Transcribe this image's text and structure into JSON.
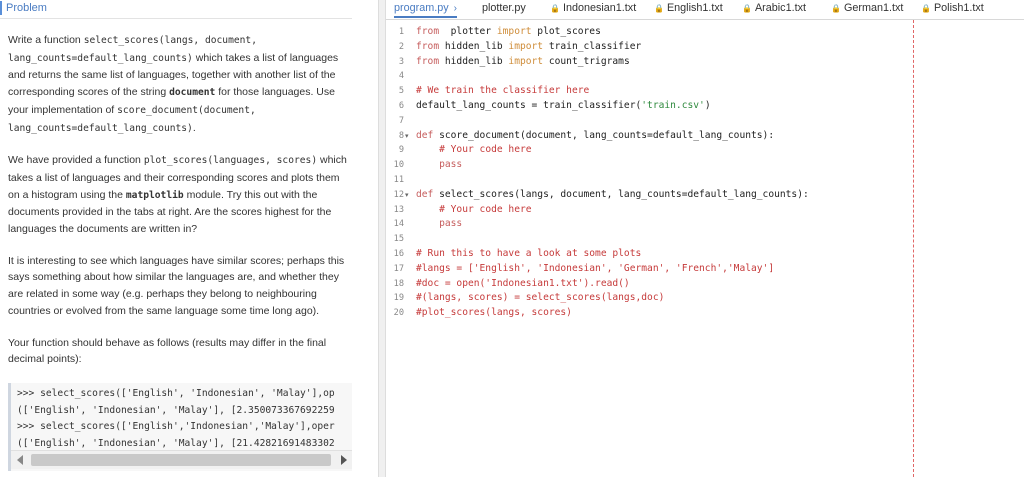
{
  "problem": {
    "tab_label": "Problem",
    "p1": [
      {
        "t": "Write a function "
      },
      {
        "t": "select_scores(langs, document, lang_counts=default_lang_counts)",
        "mono": true
      },
      {
        "t": " which takes a list of languages and returns the same list of languages, together with another list of the corresponding scores of the string "
      },
      {
        "t": "document",
        "mono": true,
        "bold": true
      },
      {
        "t": " for those languages. Use your implementation of "
      },
      {
        "t": "score_document(document, lang_counts=default_lang_counts)",
        "mono": true
      },
      {
        "t": "."
      }
    ],
    "p2": [
      {
        "t": "We have provided a function "
      },
      {
        "t": "plot_scores(languages, scores)",
        "mono": true
      },
      {
        "t": " which takes a list of languages and their corresponding scores and plots them on a histogram using the "
      },
      {
        "t": "matplotlib",
        "mono": true,
        "bold": true
      },
      {
        "t": " module. Try this out with the documents provided in the tabs at right. Are the scores highest for the languages the documents are written in?"
      }
    ],
    "p3": "It is interesting to see which languages have similar scores; perhaps this says something about how similar the languages are, and whether they are related in some way (e.g. perhaps they belong to neighbouring countries or evolved from the same language some time long ago).",
    "p4": "Your function should behave as follows (results may differ in the final decimal points):",
    "example_lines": [
      ">>> select_scores(['English', 'Indonesian', 'Malay'],op",
      "(['English', 'Indonesian', 'Malay'], [2.350073367692259",
      ">>> select_scores(['English','Indonesian','Malay'],oper",
      "(['English', 'Indonesian', 'Malay'], [21.42821691483302"
    ]
  },
  "tabs": [
    {
      "label": "program.py",
      "active": true,
      "lock": false,
      "chevron": "›"
    },
    {
      "label": "plotter.py",
      "active": false,
      "lock": false
    },
    {
      "label": "Indonesian1.txt",
      "active": false,
      "lock": true
    },
    {
      "label": "English1.txt",
      "active": false,
      "lock": true
    },
    {
      "label": "Arabic1.txt",
      "active": false,
      "lock": true
    },
    {
      "label": "German1.txt",
      "active": false,
      "lock": true
    },
    {
      "label": "Polish1.txt",
      "active": false,
      "lock": true
    }
  ],
  "code_lines": [
    {
      "n": "1",
      "tokens": [
        [
          "kw",
          "from"
        ],
        [
          "",
          "  plotter "
        ],
        [
          "kw2",
          "import"
        ],
        [
          "",
          " plot_scores"
        ]
      ]
    },
    {
      "n": "2",
      "tokens": [
        [
          "kw",
          "from"
        ],
        [
          "",
          " hidden_lib "
        ],
        [
          "kw2",
          "import"
        ],
        [
          "",
          " train_classifier"
        ]
      ]
    },
    {
      "n": "3",
      "tokens": [
        [
          "kw",
          "from"
        ],
        [
          "",
          " hidden_lib "
        ],
        [
          "kw2",
          "import"
        ],
        [
          "",
          " count_trigrams"
        ]
      ]
    },
    {
      "n": "4",
      "tokens": []
    },
    {
      "n": "5",
      "tokens": [
        [
          "cm",
          "# We train the classifier here"
        ]
      ]
    },
    {
      "n": "6",
      "tokens": [
        [
          "",
          "default_lang_counts = train_classifier("
        ],
        [
          "st",
          "'train.csv'"
        ],
        [
          "",
          ")"
        ]
      ]
    },
    {
      "n": "7",
      "tokens": []
    },
    {
      "n": "8",
      "fold": true,
      "tokens": [
        [
          "kw",
          "def"
        ],
        [
          "",
          " score_document(document, lang_counts=default_lang_counts):"
        ]
      ]
    },
    {
      "n": "9",
      "tokens": [
        [
          "",
          "    "
        ],
        [
          "cm",
          "# Your code here"
        ]
      ]
    },
    {
      "n": "10",
      "tokens": [
        [
          "",
          "    "
        ],
        [
          "kw",
          "pass"
        ]
      ]
    },
    {
      "n": "11",
      "tokens": []
    },
    {
      "n": "12",
      "fold": true,
      "tokens": [
        [
          "kw",
          "def"
        ],
        [
          "",
          " select_scores(langs, document, lang_counts=default_lang_counts):"
        ]
      ]
    },
    {
      "n": "13",
      "tokens": [
        [
          "",
          "    "
        ],
        [
          "cm",
          "# Your code here"
        ]
      ]
    },
    {
      "n": "14",
      "tokens": [
        [
          "",
          "    "
        ],
        [
          "kw",
          "pass"
        ]
      ]
    },
    {
      "n": "15",
      "tokens": []
    },
    {
      "n": "16",
      "tokens": [
        [
          "cm",
          "# Run this to have a look at some plots"
        ]
      ]
    },
    {
      "n": "17",
      "tokens": [
        [
          "cm",
          "#langs = ['English', 'Indonesian', 'German', 'French','Malay']"
        ]
      ]
    },
    {
      "n": "18",
      "tokens": [
        [
          "cm",
          "#doc = open('Indonesian1.txt').read()"
        ]
      ]
    },
    {
      "n": "19",
      "tokens": [
        [
          "cm",
          "#(langs, scores) = select_scores(langs,doc)"
        ]
      ]
    },
    {
      "n": "20",
      "tokens": [
        [
          "cm",
          "#plot_scores(langs, scores)"
        ]
      ]
    }
  ]
}
